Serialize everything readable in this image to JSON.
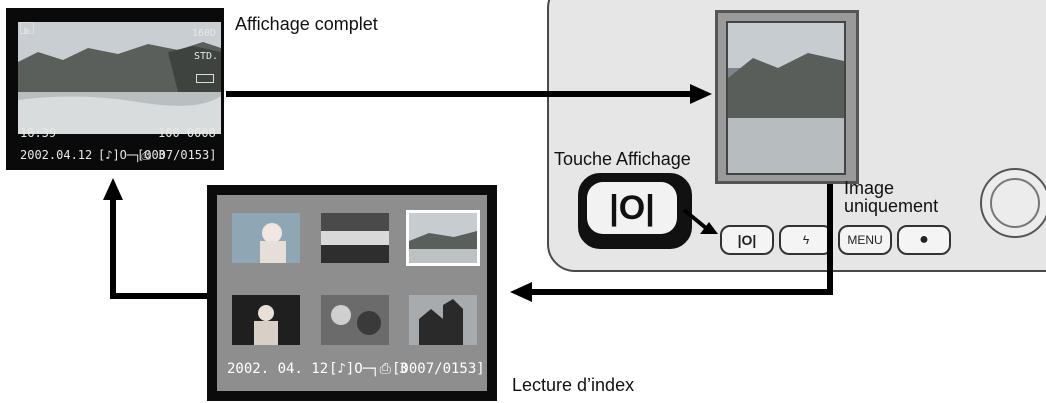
{
  "labels": {
    "full_display": "Affichage complet",
    "display_key": "Touche Affichage",
    "image_only_line1": "Image",
    "image_only_line2": "uniquement",
    "index_playback": "Lecture d’index"
  },
  "full_screen_osd": {
    "iso": "160D",
    "quality": "STD.",
    "time": "16:39",
    "frame": "100-0008",
    "date": "2002.04.12",
    "status": "[♪]O─┐⎙ 3",
    "count": "[0007/0153]"
  },
  "index_osd": {
    "date": "2002. 04. 12",
    "status": "[♪]O─┐⎙ 3",
    "count": "[0007/0153]"
  },
  "camera_buttons": {
    "display_symbol": "|O|",
    "flash_symbol": "ϟ",
    "menu": "MENU",
    "record_symbol": "●"
  },
  "icons": {
    "playback": "playback-icon",
    "battery": "battery-icon"
  },
  "colors": {
    "screen_bg": "#0a0a0a",
    "index_panel": "#8e8e8e",
    "camera_body": "#e6e6e6",
    "arrow": "#000000"
  }
}
